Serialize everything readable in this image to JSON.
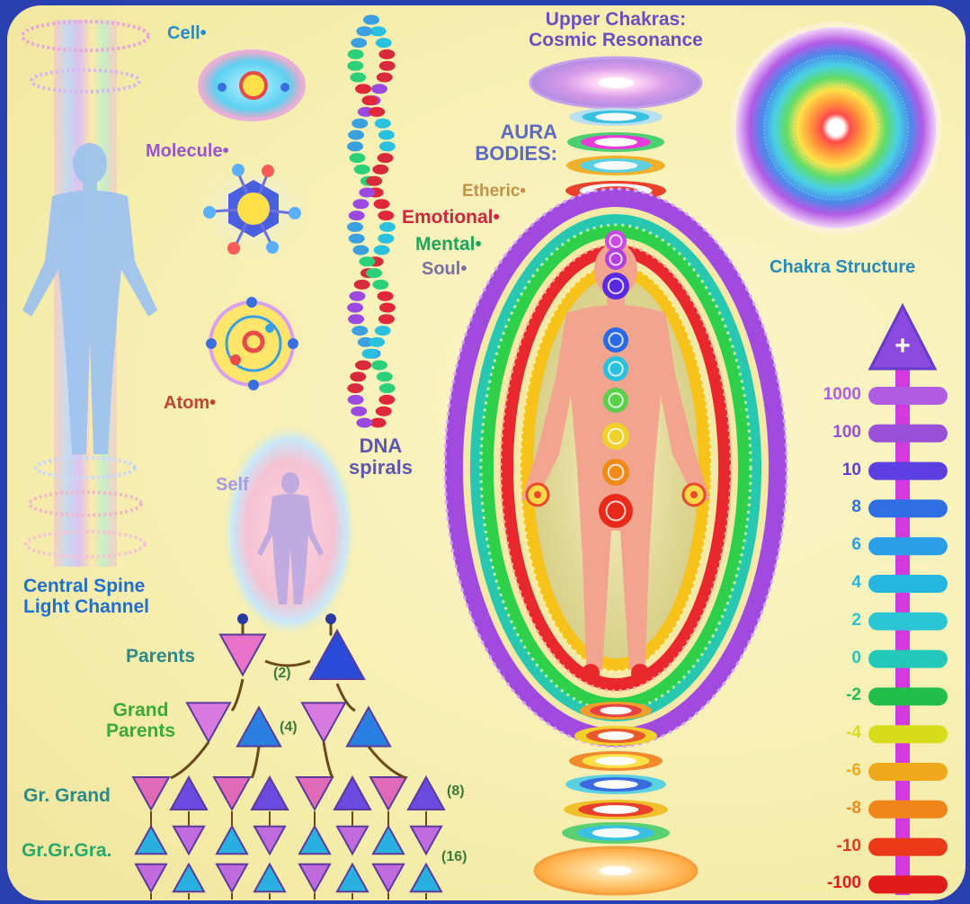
{
  "labels": {
    "cell": "Cell•",
    "molecule": "Molecule•",
    "atom": "Atom•",
    "dna": "DNA\nspirals",
    "self": "Self",
    "central_spine": "Central Spine\nLight Channel",
    "upper_chakras": "Upper Chakras:\nCosmic Resonance",
    "aura_bodies": "AURA\nBODIES:",
    "etheric": "Etheric•",
    "emotional": "Emotional•",
    "mental": "Mental•",
    "soul": "Soul•",
    "chakra_structure": "Chakra Structure",
    "parents": "Parents",
    "grand_parents": "Grand\nParents",
    "gr_grand": "Gr. Grand",
    "gr_gr_gra": "Gr.Gr.Gra.",
    "count_2": "(2)",
    "count_4": "(4)",
    "count_8": "(8)",
    "count_16": "(16)"
  },
  "scale": {
    "plus_symbol": "+",
    "levels": [
      {
        "label": "1000",
        "color": "#b05ce0"
      },
      {
        "label": "100",
        "color": "#9a4fd8"
      },
      {
        "label": "10",
        "color": "#5b3fe0"
      },
      {
        "label": "8",
        "color": "#2f6fe6"
      },
      {
        "label": "6",
        "color": "#2a9ee6"
      },
      {
        "label": "4",
        "color": "#25b6e0"
      },
      {
        "label": "2",
        "color": "#2ac6d6"
      },
      {
        "label": "0",
        "color": "#22c9b8"
      },
      {
        "label": "-2",
        "color": "#1fbf4a"
      },
      {
        "label": "-4",
        "color": "#d8dc1a"
      },
      {
        "label": "-6",
        "color": "#f0a91a"
      },
      {
        "label": "-8",
        "color": "#f0861a"
      },
      {
        "label": "-10",
        "color": "#ea3a1a"
      },
      {
        "label": "-100",
        "color": "#e21a1a"
      }
    ]
  },
  "colors": {
    "frame": "#2a3fb0",
    "background": "#f7efb2"
  }
}
